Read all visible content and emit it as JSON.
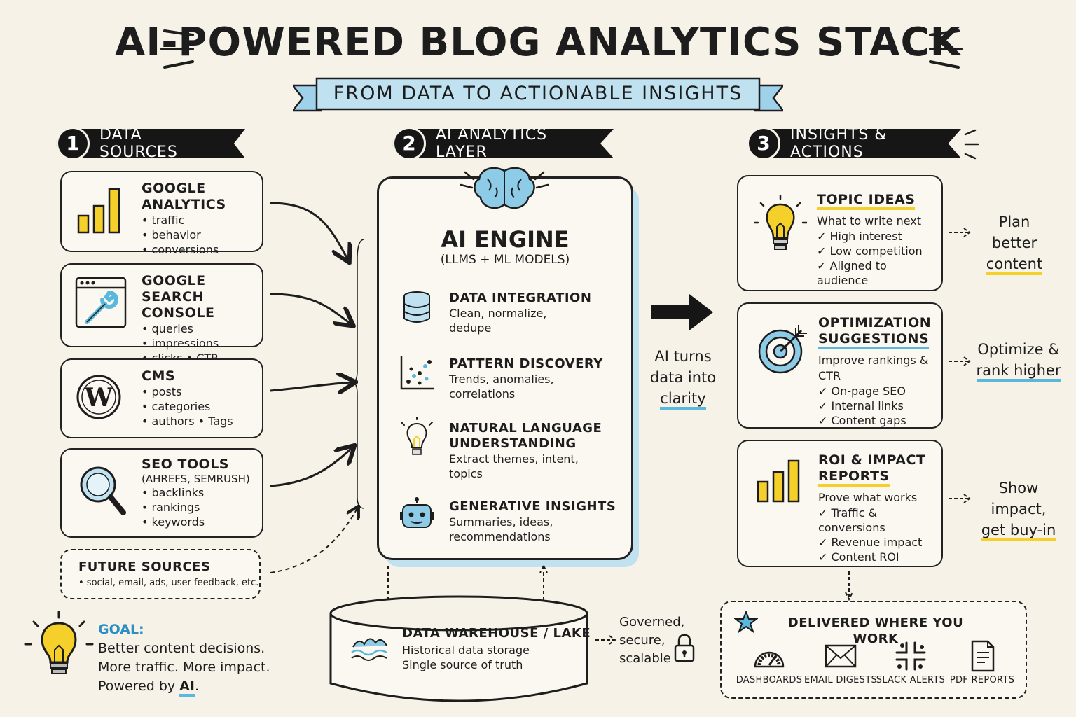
{
  "title": "AI-POWERED BLOG ANALYTICS STACK",
  "subtitle": "FROM DATA TO ACTIONABLE INSIGHTS",
  "sections": [
    {
      "number": "1",
      "label": "DATA SOURCES"
    },
    {
      "number": "2",
      "label": "AI ANALYTICS LAYER"
    },
    {
      "number": "3",
      "label": "INSIGHTS & ACTIONS"
    }
  ],
  "sources": [
    {
      "title": "GOOGLE ANALYTICS",
      "items": [
        "• traffic",
        "• behavior",
        "• conversions"
      ]
    },
    {
      "title_line1": "GOOGLE SEARCH",
      "title_line2": "CONSOLE",
      "items": [
        "• queries",
        "• impressions",
        "• clicks  • CTR"
      ]
    },
    {
      "title": "CMS",
      "items": [
        "• posts",
        "• categories",
        "• authors  • Tags"
      ]
    },
    {
      "title": "SEO TOOLS",
      "subtitle": "(AHREFS, SEMRUSH)",
      "items": [
        "• backlinks",
        "• rankings",
        "• keywords"
      ]
    }
  ],
  "future_sources": {
    "title": "FUTURE SOURCES",
    "text": "• social, email, ads, user feedback, etc."
  },
  "goal": {
    "label": "GOAL:",
    "line1": "Better content decisions.",
    "line2": "More traffic. More impact.",
    "line3_prefix": "Powered by ",
    "line3_ai": "AI",
    "line3_suffix": "."
  },
  "ai_engine": {
    "title": "AI ENGINE",
    "subtitle": "(LLMS + ML MODELS)",
    "features": [
      {
        "title": "DATA INTEGRATION",
        "desc1": "Clean, normalize,",
        "desc2": "dedupe"
      },
      {
        "title": "PATTERN DISCOVERY",
        "desc1": "Trends, anomalies,",
        "desc2": "correlations"
      },
      {
        "title1": "NATURAL LANGUAGE",
        "title2": "UNDERSTANDING",
        "desc1": "Extract themes, intent,",
        "desc2": "topics"
      },
      {
        "title": "GENERATIVE INSIGHTS",
        "desc1": "Summaries, ideas,",
        "desc2": "recommendations"
      }
    ]
  },
  "warehouse": {
    "title": "DATA WAREHOUSE / LAKE",
    "line1": "Historical data storage",
    "line2": "Single source of truth"
  },
  "warehouse_note": {
    "line1": "Governed,",
    "line2": "secure,",
    "line3": "scalable"
  },
  "ai_turns": {
    "line1": "AI turns",
    "line2": "data into",
    "line3": "clarity"
  },
  "insights": [
    {
      "title": "TOPIC IDEAS",
      "lead": "What to write next",
      "items": [
        "✓ High interest",
        "✓ Low competition",
        "✓ Aligned to audience"
      ],
      "outcome1": "Plan better",
      "outcome2": "content"
    },
    {
      "title1": "OPTIMIZATION",
      "title2": "SUGGESTIONS",
      "lead": "Improve rankings & CTR",
      "items": [
        "✓ On-page SEO",
        "✓ Internal links",
        "✓ Content gaps"
      ],
      "outcome1": "Optimize &",
      "outcome2": "rank higher"
    },
    {
      "title1": "ROI & IMPACT",
      "title2": "REPORTS",
      "lead": "Prove what works",
      "items": [
        "✓ Traffic & conversions",
        "✓ Revenue impact",
        "✓ Content ROI"
      ],
      "outcome1": "Show impact,",
      "outcome2": "get buy-in"
    }
  ],
  "delivered": {
    "title": "DELIVERED WHERE YOU WORK",
    "channels": [
      "DASHBOARDS",
      "EMAIL DIGESTS",
      "SLACK ALERTS",
      "PDF REPORTS"
    ]
  },
  "colors": {
    "yellow": "#f5cf2a",
    "blue": "#5bb8dd",
    "light_blue": "#bfe1f0",
    "ink": "#1d1d1d"
  }
}
